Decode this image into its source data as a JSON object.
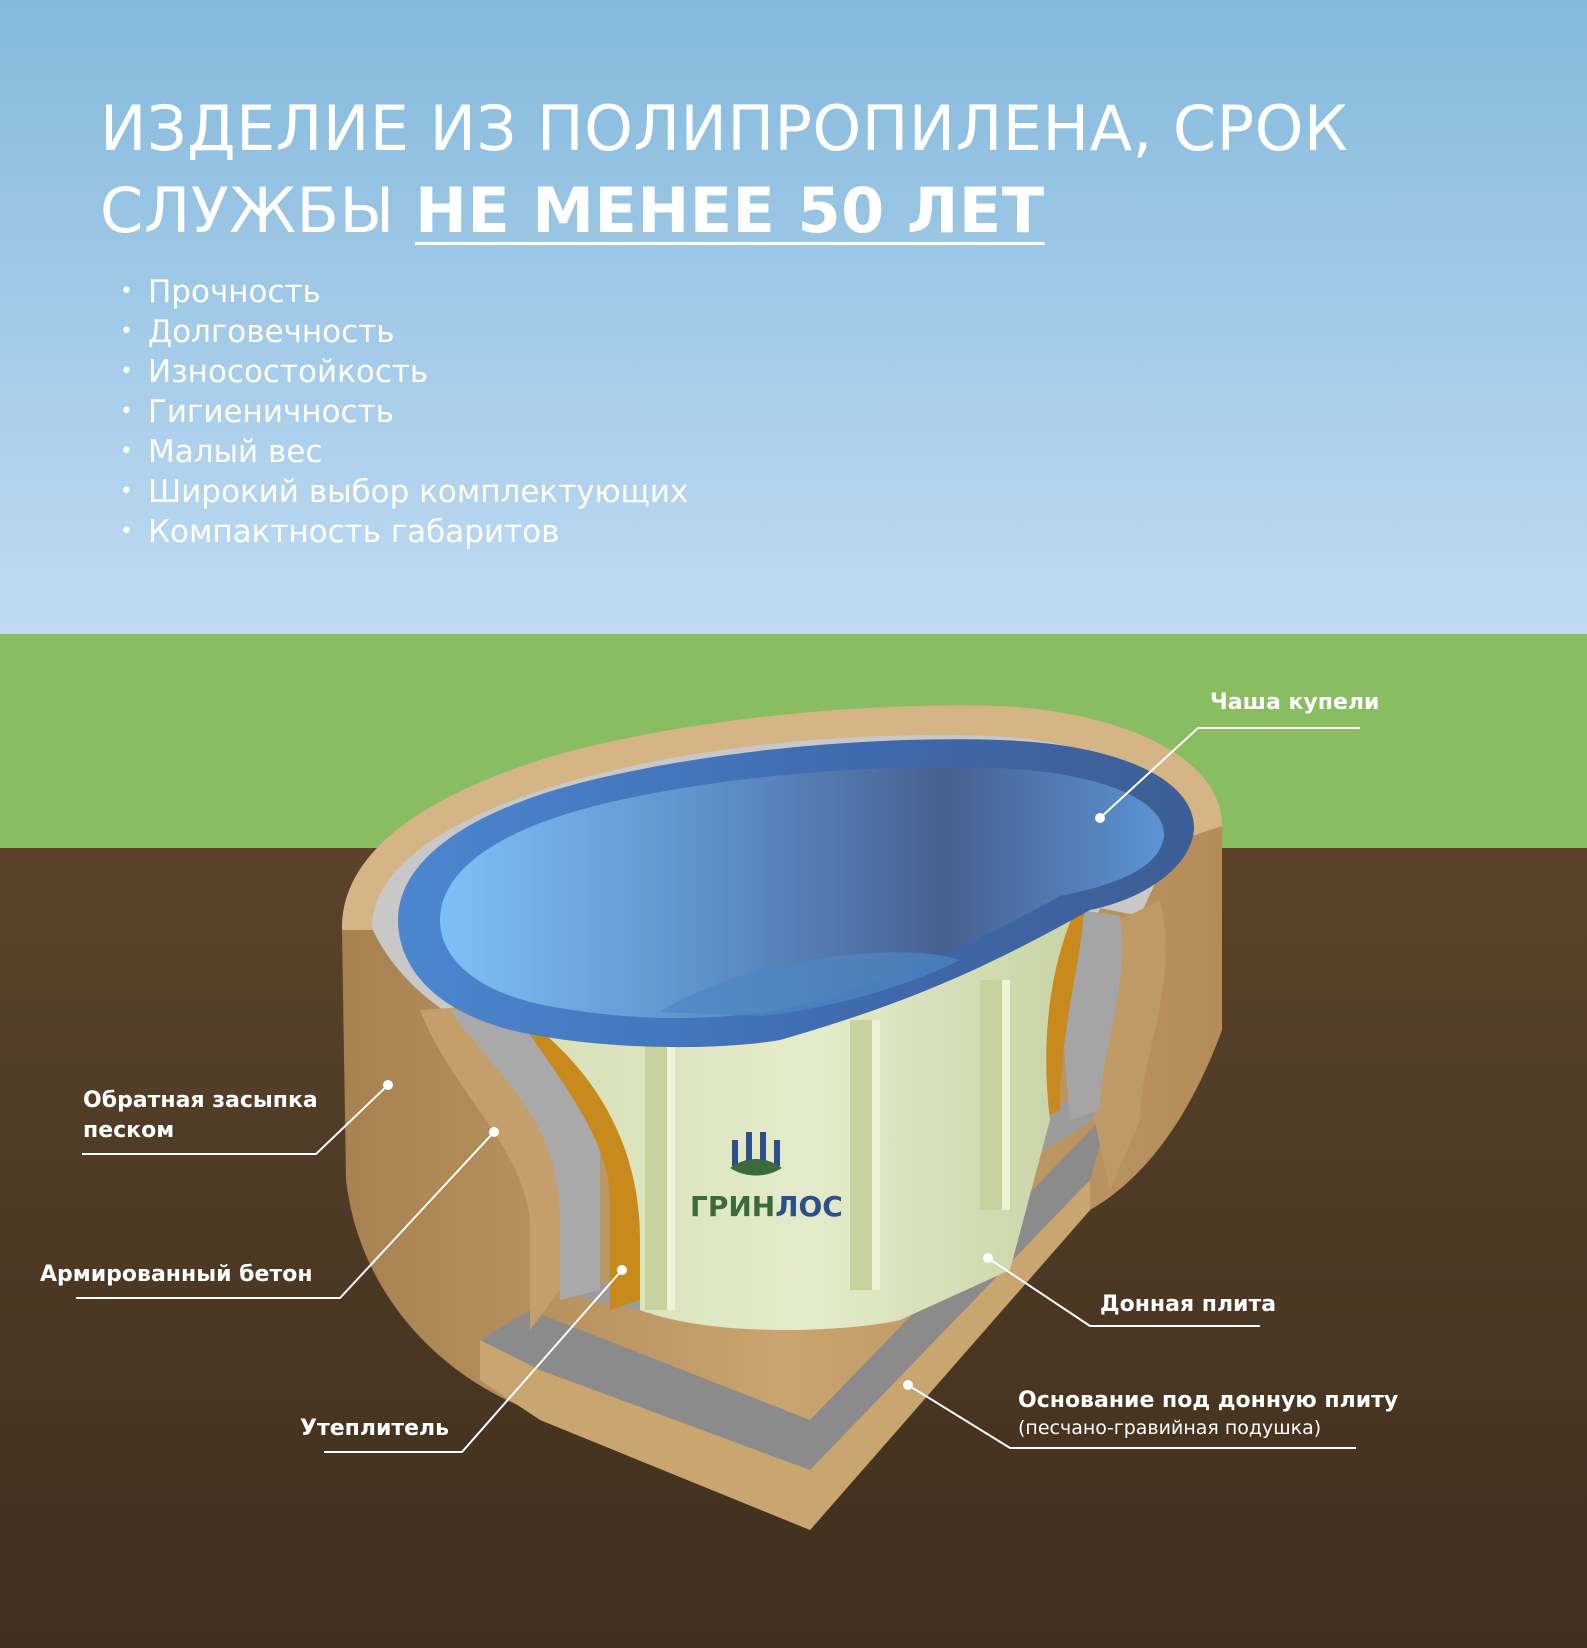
{
  "headline": {
    "line1": "ИЗДЕЛИЕ ИЗ ПОЛИПРОПИЛЕНА, СРОК",
    "line2_plain": "СЛУЖБЫ ",
    "line2_accent": "НЕ МЕНЕЕ 50 ЛЕТ"
  },
  "features": [
    "Прочность",
    "Долговечность",
    "Износостойкость",
    "Гигиеничность",
    "Малый вес",
    "Широкий выбор комплектующих",
    "Компактность габаритов"
  ],
  "logo": {
    "part1": "ГРИН",
    "part2": "ЛОС"
  },
  "labels": {
    "bowl": "Чаша купели",
    "backfill_line1": "Обратная засыпка",
    "backfill_line2": "песком",
    "concrete": "Армированный бетон",
    "insulation": "Утеплитель",
    "bottom_slab": "Донная плита",
    "base_line1": "Основание под донную плиту",
    "base_line2": "(песчано-гравийная подушка)"
  },
  "colors": {
    "sky_top": "#84b9dc",
    "sky_bottom": "#bfdaf3",
    "grass": "#88be61",
    "soil": "#4f3b26",
    "sand": "#c19b69",
    "concrete": "#bdbdbd",
    "insulation": "#c88a1c",
    "bowl_outer": "#e1e7c6",
    "water_blue": "#4d7fc0",
    "logo_green": "#3c6a3e",
    "logo_blue": "#2c4f8c"
  }
}
